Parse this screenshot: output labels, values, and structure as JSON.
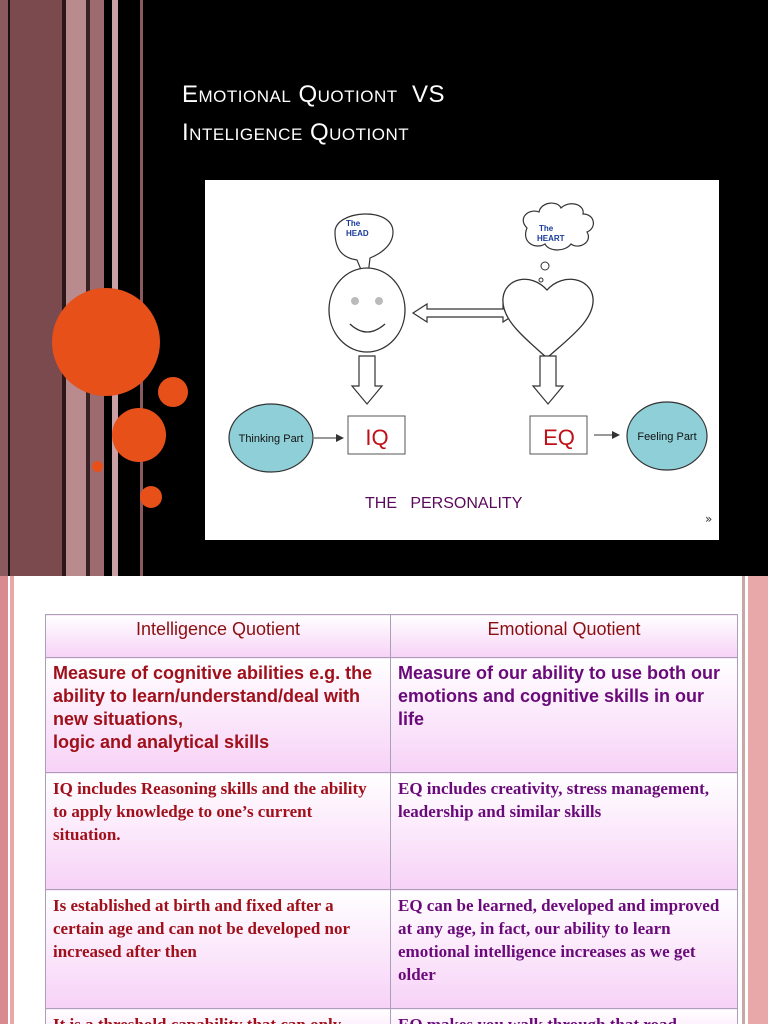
{
  "slide1": {
    "title_line1": "Emotional Quotiont  VS",
    "title_line2": "Inteligence Quotiont",
    "diagram": {
      "head_bubble": [
        "The",
        "HEAD"
      ],
      "heart_bubble": [
        "The",
        "HEART"
      ],
      "iq": "IQ",
      "eq": "EQ",
      "thinking": "Thinking Part",
      "feeling": "Feeling Part",
      "personality": "THE   PERSONALITY"
    },
    "colors": {
      "accent_circle": "#e8501a",
      "node_fill": "#8fd0d8",
      "label_red": "#c0101a"
    }
  },
  "slide2": {
    "headers": [
      "Intelligence Quotient",
      "Emotional Quotient"
    ],
    "rows": [
      [
        "Measure of cognitive abilities e.g. the ability to learn/understand/deal with new situations,\nlogic and analytical skills",
        "Measure of our ability to use both our emotions and cognitive skills in our life"
      ],
      [
        "IQ includes Reasoning skills and the ability to apply knowledge to one’s current situation.",
        "EQ includes creativity, stress management,  leadership and similar skills"
      ],
      [
        "Is established at birth and fixed after a certain age and can not be developed nor increased after then",
        "EQ can be learned, developed and improved at any age, in fact, our ability to learn emotional intelligence increases as we get older"
      ],
      [
        "It is a threshold capability that can only",
        "EQ makes you walk through that road"
      ]
    ]
  }
}
